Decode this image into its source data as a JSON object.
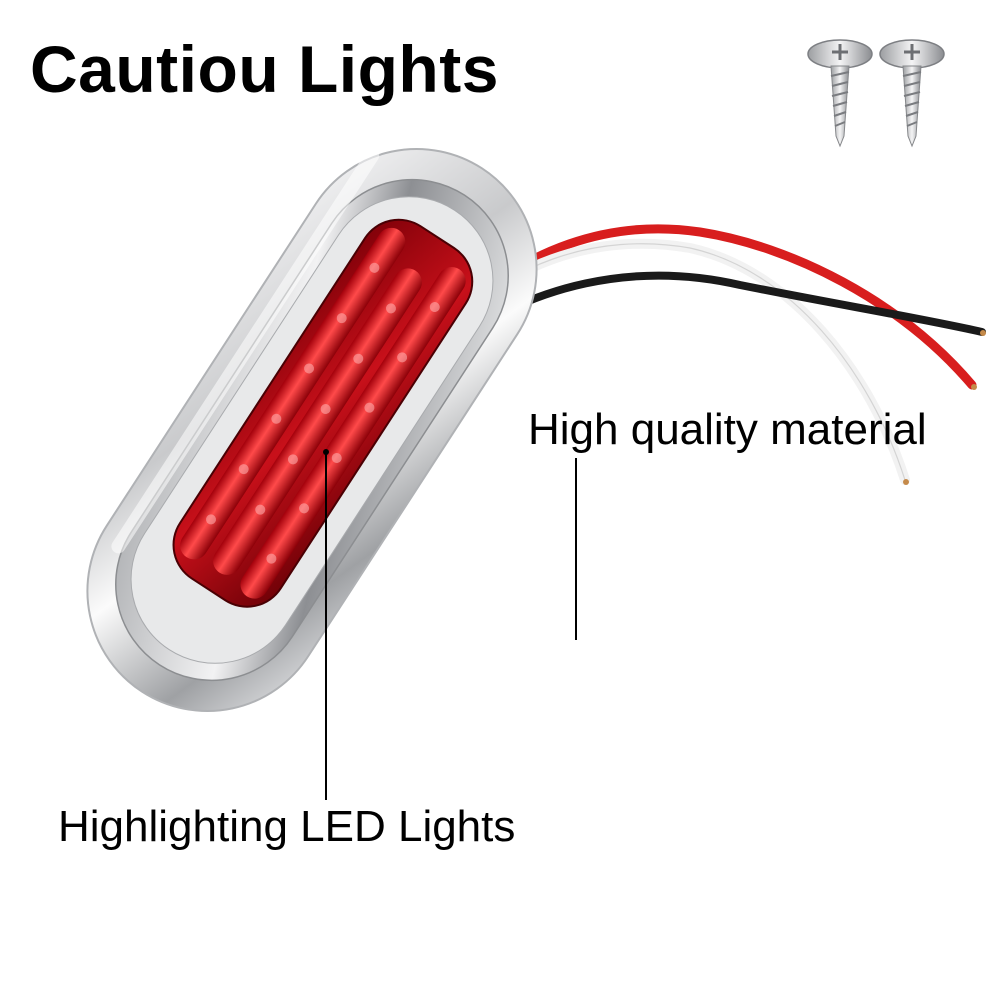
{
  "title": "Cautiou Lights",
  "callouts": {
    "material": "High quality material",
    "led": "Highlighting LED Lights"
  },
  "colors": {
    "background": "#ffffff",
    "lens_red": "#c8101a",
    "chrome": "#d9dadc",
    "wire_red": "#d81e1e",
    "wire_white": "#f2f2f2",
    "wire_black": "#1a1a1a"
  },
  "objects": {
    "screws": [
      "screw-icon",
      "screw-icon"
    ],
    "light": "chrome-led-marker-light",
    "wires": [
      "red-wire",
      "white-wire",
      "black-wire"
    ]
  }
}
